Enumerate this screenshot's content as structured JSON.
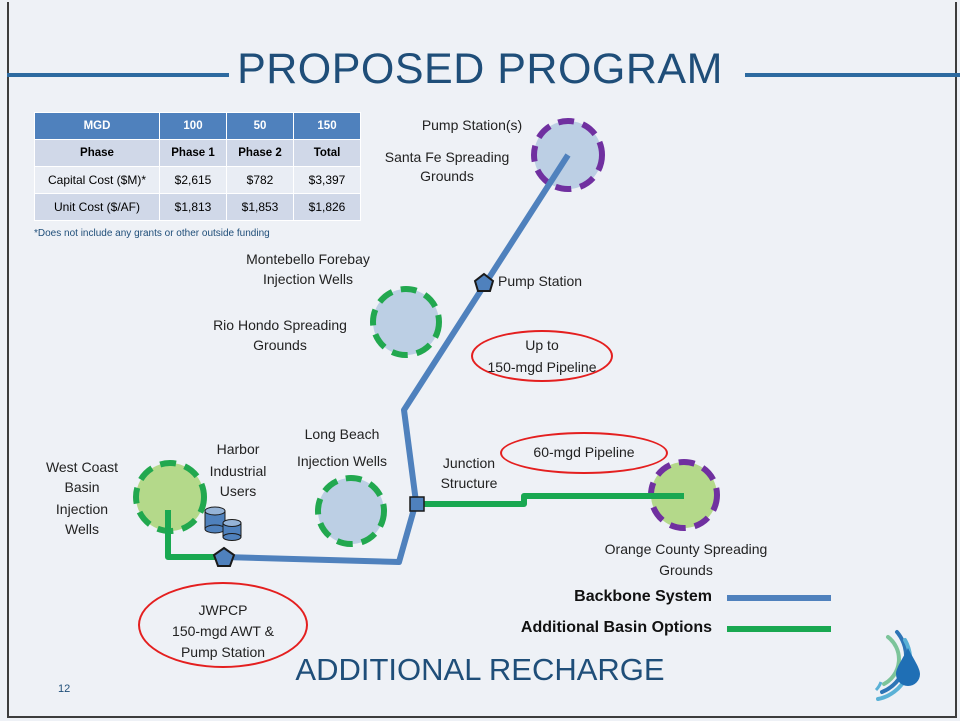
{
  "title": "PROPOSED PROGRAM",
  "bottom_title": "ADDITIONAL RECHARGE",
  "page_number": "12",
  "colors": {
    "backbone": "#4f81bd",
    "additional": "#19a851",
    "purple": "#7030a0",
    "green_circle": "#22a84f",
    "red_callout": "#e41f1f",
    "title": "#1f4e79"
  },
  "table": {
    "header": [
      "MGD",
      "100",
      "50",
      "150"
    ],
    "rows": [
      [
        "Phase",
        "Phase 1",
        "Phase 2",
        "Total"
      ],
      [
        "Capital Cost ($M)*",
        "$2,615",
        "$782",
        "$3,397"
      ],
      [
        "Unit Cost ($/AF)",
        "$1,813",
        "$1,853",
        "$1,826"
      ]
    ],
    "footnote": "*Does not include any grants or other outside funding"
  },
  "labels": {
    "pump_stations_top": "Pump Station(s)",
    "santa_fe_1": "Santa Fe Spreading",
    "santa_fe_2": "Grounds",
    "pump_station": "Pump Station",
    "montebello_1": "Montebello Forebay",
    "montebello_2": "Injection Wells",
    "rio_hondo_1": "Rio Hondo Spreading",
    "rio_hondo_2": "Grounds",
    "long_beach_1": "Long Beach",
    "long_beach_2": "Injection Wells",
    "junction_1": "Junction",
    "junction_2": "Structure",
    "harbor_1": "Harbor",
    "harbor_2": "Industrial",
    "harbor_3": "Users",
    "west_coast_1": "West Coast",
    "west_coast_2": "Basin",
    "west_coast_3": "Injection",
    "west_coast_4": "Wells",
    "orange_county_1": "Orange County Spreading",
    "orange_county_2": "Grounds"
  },
  "callouts": {
    "pipeline_150_1": "Up to",
    "pipeline_150_2": "150-mgd Pipeline",
    "pipeline_60": "60-mgd Pipeline",
    "jwpcp_1": "JWPCP",
    "jwpcp_2": "150-mgd AWT &",
    "jwpcp_3": "Pump Station"
  },
  "legend": {
    "backbone": "Backbone System",
    "additional": "Additional Basin Options"
  }
}
